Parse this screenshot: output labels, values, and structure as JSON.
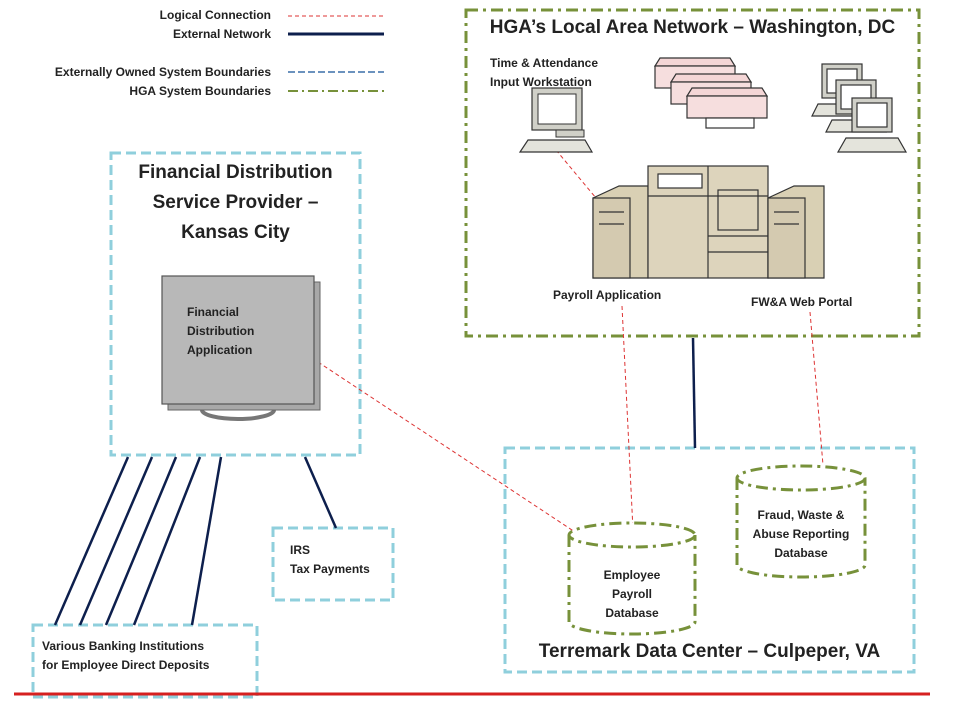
{
  "legend": {
    "logical_connection": "Logical Connection",
    "external_network": "External Network",
    "external_boundaries": "Externally Owned System Boundaries",
    "hga_boundaries": "HGA System Boundaries"
  },
  "hga_lan": {
    "title": "HGA’s Local Area Network – Washington, DC",
    "time_attendance_line1": "Time & Attendance",
    "time_attendance_line2": "Input Workstation",
    "payroll_app": "Payroll Application",
    "fwa_portal": "FW&A Web Portal"
  },
  "kansas": {
    "title_line1": "Financial Distribution",
    "title_line2": "Service Provider –",
    "title_line3": "Kansas City",
    "app_line1": "Financial",
    "app_line2": "Distribution",
    "app_line3": "Application"
  },
  "irs": {
    "line1": "IRS",
    "line2": "Tax Payments"
  },
  "banking": {
    "line1": "Various Banking Institutions",
    "line2": "for Employee Direct Deposits"
  },
  "terremark": {
    "title": "Terremark Data Center – Culpeper, VA",
    "payroll_db_line1": "Employee",
    "payroll_db_line2": "Payroll",
    "payroll_db_line3": "Database",
    "fwa_db_line1": "Fraud, Waste &",
    "fwa_db_line2": "Abuse Reporting",
    "fwa_db_line3": "Database"
  },
  "colors": {
    "logical": "#dd3333",
    "network": "#0d1f4d",
    "external_boundary": "#8fcfdc",
    "hga_boundary": "#77913a",
    "bottom_rule": "#d62020"
  }
}
